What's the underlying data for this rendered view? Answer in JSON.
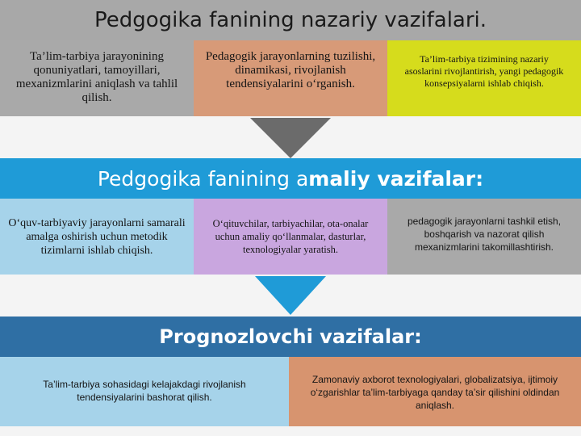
{
  "section_theoretical": {
    "title": "Pedgogika fanining nazariy vazifalari.",
    "items": [
      "Ta’lim-tarbiya jarayonining qonuniyatlari, tamoyillari, mexanizmlarini aniqlash va tahlil qilish.",
      "Pedagogik jarayonlarning tuzilishi, dinamikasi, rivojlanish tendensiyalarini o‘rganish.",
      "Ta’lim-tarbiya tizimining nazariy asoslarini rivojlantirish, yangi pedagogik konsepsiyalarni ishlab chiqish."
    ]
  },
  "section_practical": {
    "title_part1": "Pedgogika fanining a",
    "title_part2": "maliy vazifalar:",
    "items": [
      "O‘quv-tarbiyaviy jarayonlarni samarali amalga oshirish uchun metodik tizimlarni ishlab chiqish.",
      "O‘qituvchilar, tarbiyachilar, ota-onalar uchun amaliy qo‘llanmalar, dasturlar, texnologiyalar yaratish.",
      "pedagogik jarayonlarni tashkil etish, boshqarish va nazorat qilish mexanizmlarini takomillashtirish."
    ]
  },
  "section_prognostic": {
    "title": "Prognozlovchi vazifalar:",
    "items": [
      "Ta’lim-tarbiya sohasidagi kelajakdagi rivojlanish tendensiyalarini bashorat qilish.",
      "Zamonaviy axborot texnologiyalari, globalizatsiya, ijtimoiy o‘zgarishlar ta’lim-tarbiyaga qanday ta’sir qilishini oldindan aniqlash."
    ]
  },
  "colors": {
    "banner_gray": "#a8a8a8",
    "banner_blue": "#1f9bd7",
    "banner_dark_blue": "#2f6fa4",
    "arrow_gray": "#6b6b6b",
    "arrow_blue": "#1f9bd7"
  }
}
